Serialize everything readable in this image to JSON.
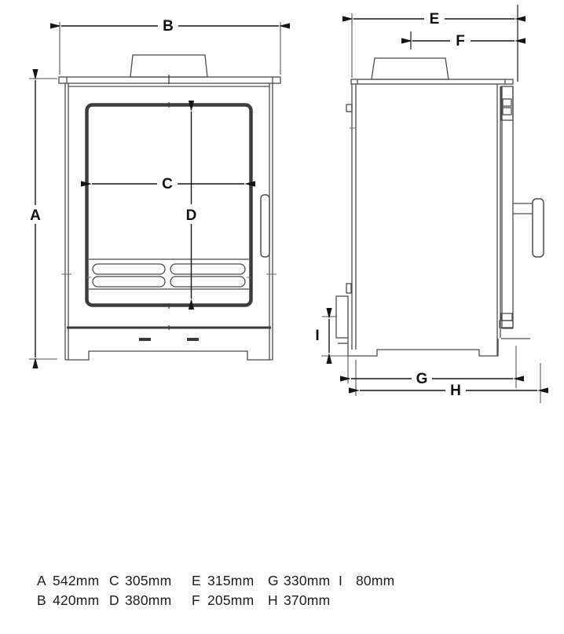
{
  "diagram": {
    "labels": {
      "A": "A",
      "B": "B",
      "C": "C",
      "D": "D",
      "E": "E",
      "F": "F",
      "G": "G",
      "H": "H",
      "I": "I"
    }
  },
  "legend": {
    "entries": [
      {
        "letter": "A",
        "value": "542mm"
      },
      {
        "letter": "B",
        "value": "420mm"
      },
      {
        "letter": "C",
        "value": "305mm"
      },
      {
        "letter": "D",
        "value": "380mm"
      },
      {
        "letter": "E",
        "value": "315mm"
      },
      {
        "letter": "F",
        "value": "205mm"
      },
      {
        "letter": "G",
        "value": "330mm"
      },
      {
        "letter": "H",
        "value": "370mm"
      },
      {
        "letter": "I",
        "value": "80mm"
      }
    ]
  },
  "colors": {
    "background": "#ffffff",
    "drawing_line": "#4b4b4b",
    "dimension_line": "#151515",
    "label_text": "#101010"
  }
}
